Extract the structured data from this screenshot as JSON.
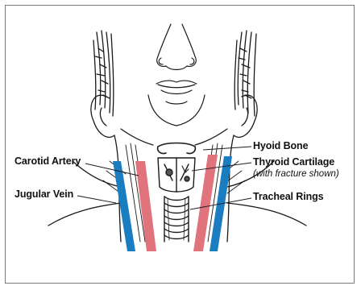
{
  "labels": {
    "carotid_artery": "Carotid Artery",
    "jugular_vein": "Jugular Vein",
    "hyoid_bone": "Hyoid Bone",
    "thyroid_cartilage": "Thyroid Cartilage",
    "thyroid_note": "(with fracture shown)",
    "tracheal_rings": "Tracheal Rings"
  },
  "colors": {
    "artery": "#e0737b",
    "vein": "#1a7cc1",
    "ink": "#1a1a1a"
  }
}
